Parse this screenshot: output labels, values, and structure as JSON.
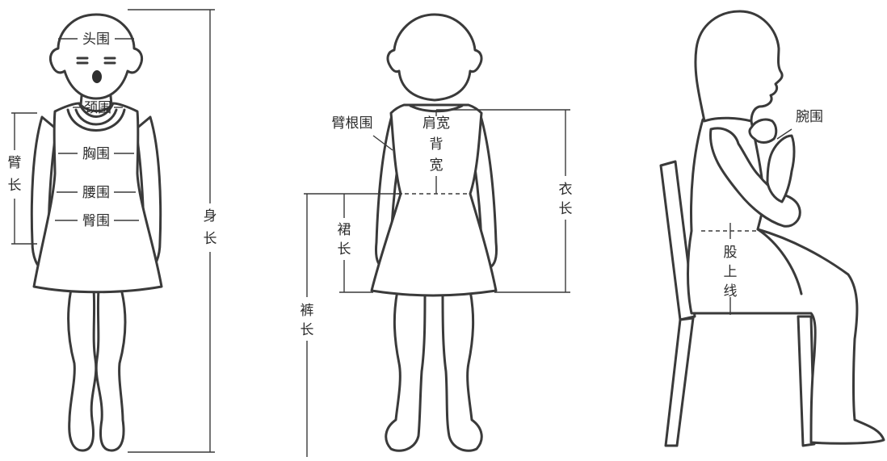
{
  "front_view": {
    "head_circumference": "头围",
    "neck_circumference": "颈围",
    "chest_circumference": "胸围",
    "waist_circumference": "腰围",
    "hip_circumference": "臀围",
    "arm_length_1": "臂",
    "arm_length_2": "长",
    "height_1": "身",
    "height_2": "长"
  },
  "back_view": {
    "armhole_circumference": "臂根围",
    "shoulder_width": "肩宽",
    "back_width_1": "背",
    "back_width_2": "宽",
    "top_length_1": "衣",
    "top_length_2": "长",
    "skirt_length_1": "裙",
    "skirt_length_2": "长",
    "pants_length_1": "裤",
    "pants_length_2": "长"
  },
  "side_view": {
    "wrist_circumference": "腕围",
    "crotch_depth_1": "股",
    "crotch_depth_2": "上",
    "crotch_depth_3": "线"
  }
}
